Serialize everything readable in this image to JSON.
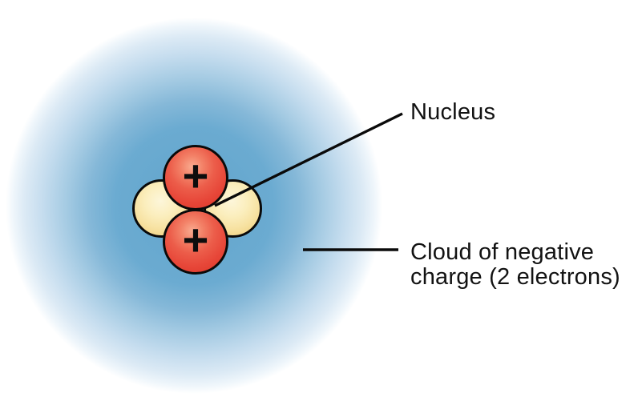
{
  "figure": {
    "subject": "Helium atom electron cloud model",
    "labels": {
      "nucleus": "Nucleus",
      "cloud_line1": "Cloud of negative",
      "cloud_line2": "charge (2 electrons)"
    },
    "particles": {
      "proton_symbol": "+",
      "proton_count": 2,
      "neutron_count": 2,
      "electron_count": 2
    },
    "colors": {
      "cloud_blue_core": "#61a4cb",
      "cloud_blue_edge": "#dceaf5",
      "proton_red": "#e74739",
      "neutron_yellow": "#f7e2a2",
      "outline_black": "#0a0a0a",
      "background": "#ffffff"
    }
  }
}
